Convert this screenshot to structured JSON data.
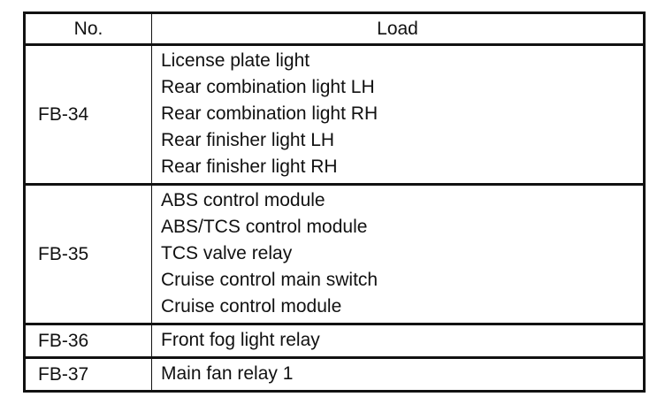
{
  "table": {
    "headers": {
      "no": "No.",
      "load": "Load"
    },
    "rows": [
      {
        "no": "FB-34",
        "loads": [
          "License plate light",
          "Rear combination light LH",
          "Rear combination light RH",
          "Rear finisher light LH",
          "Rear finisher light RH"
        ]
      },
      {
        "no": "FB-35",
        "loads": [
          "ABS control module",
          "ABS/TCS control module",
          "TCS valve relay",
          "Cruise control main switch",
          "Cruise control module"
        ]
      },
      {
        "no": "FB-36",
        "loads": [
          "Front fog light relay"
        ]
      },
      {
        "no": "FB-37",
        "loads": [
          "Main fan relay 1"
        ]
      }
    ]
  }
}
